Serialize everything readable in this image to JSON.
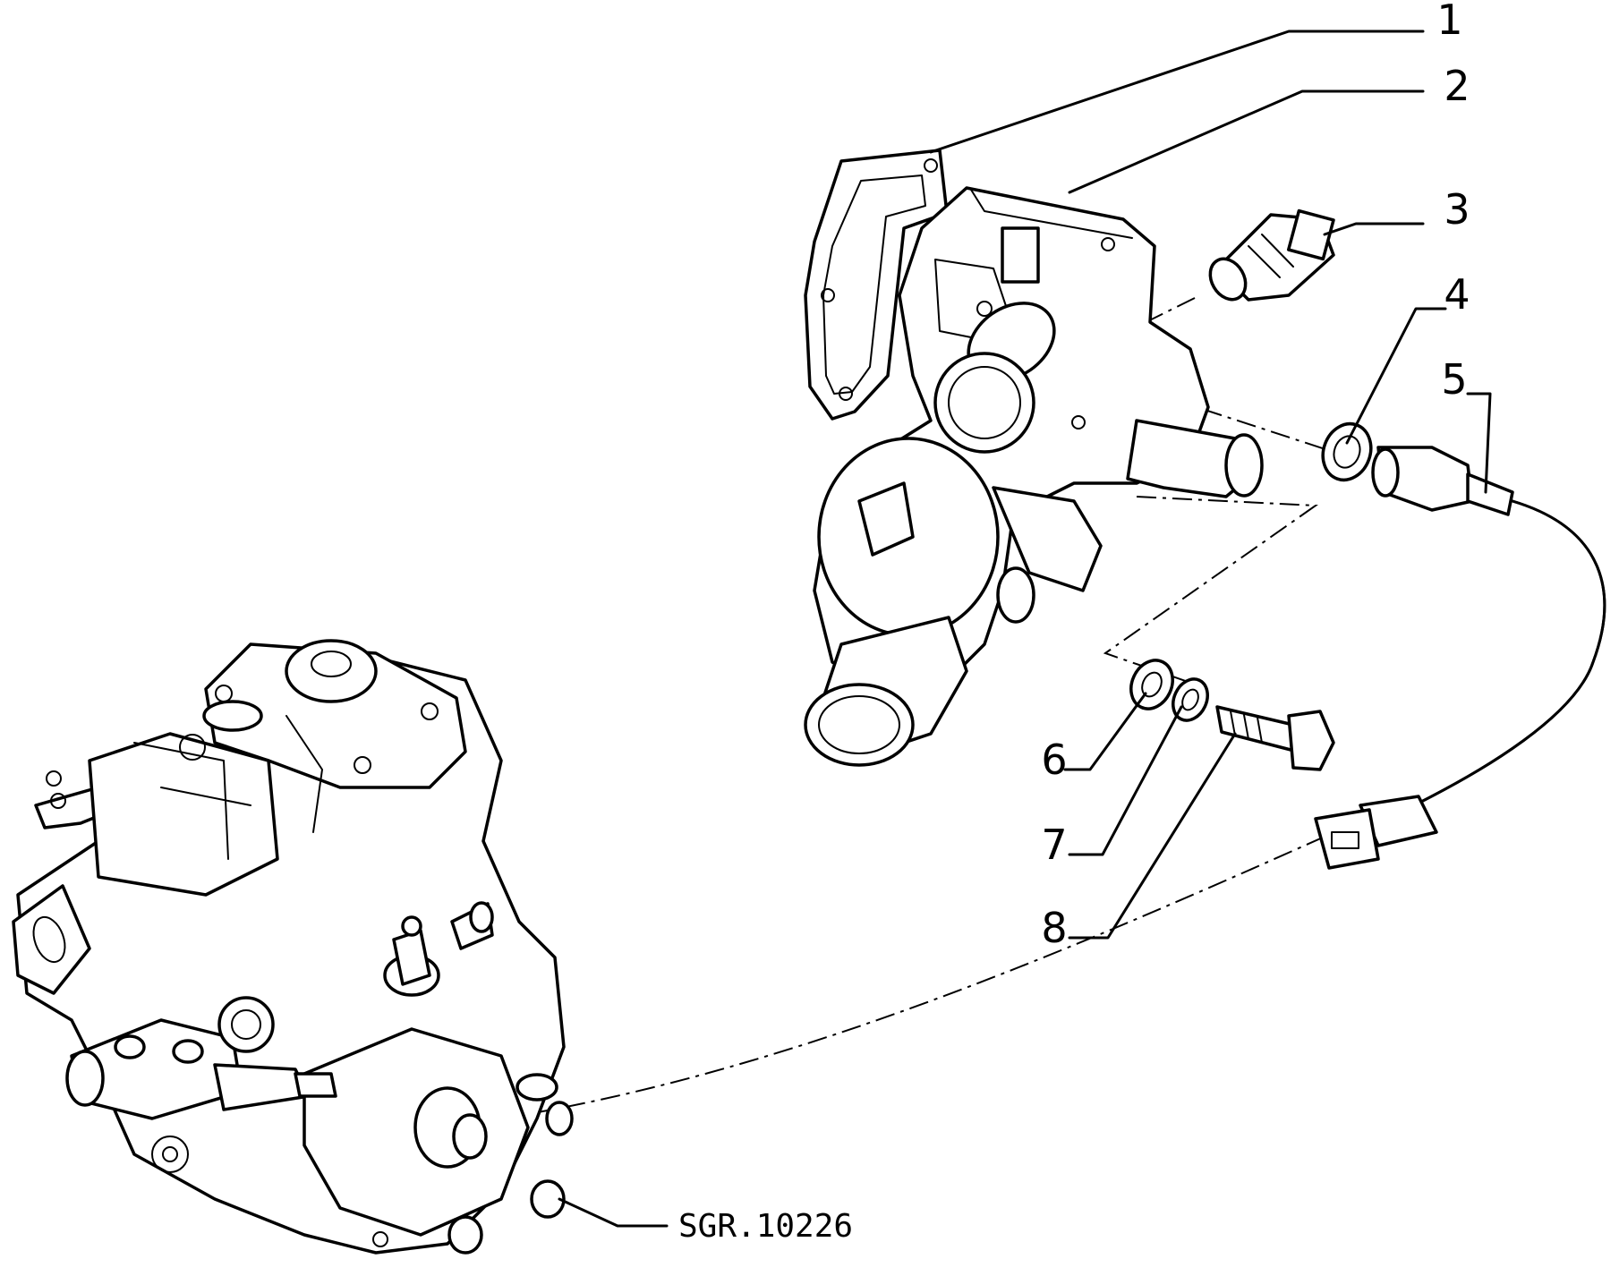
{
  "callouts": [
    {
      "id": "1",
      "label": "1"
    },
    {
      "id": "2",
      "label": "2"
    },
    {
      "id": "3",
      "label": "3"
    },
    {
      "id": "4",
      "label": "4"
    },
    {
      "id": "5",
      "label": "5"
    },
    {
      "id": "6",
      "label": "6"
    },
    {
      "id": "7",
      "label": "7"
    },
    {
      "id": "8",
      "label": "8"
    }
  ],
  "drawing_reference": "SGR.10226",
  "colors": {
    "ink": "#000000",
    "paper": "#ffffff"
  }
}
